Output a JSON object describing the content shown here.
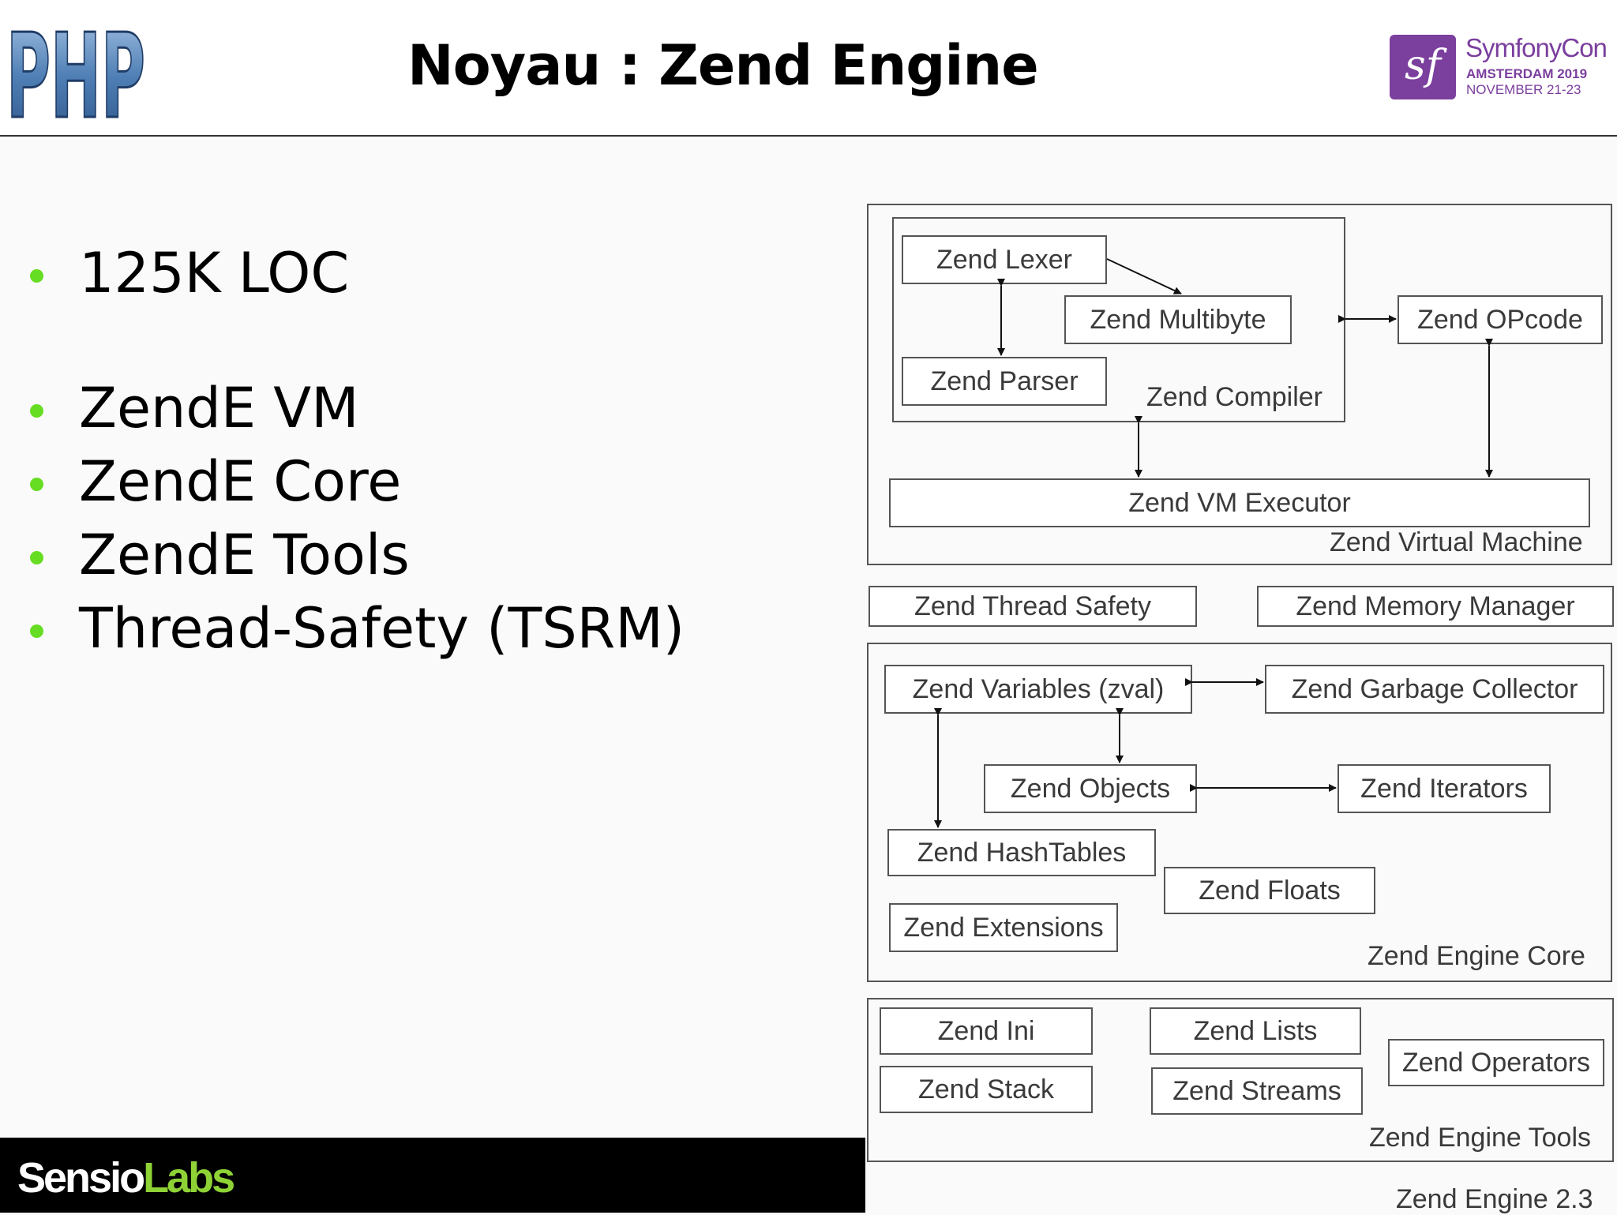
{
  "header": {
    "title": "Noyau : Zend Engine",
    "php_logo_text": "PHP",
    "event": {
      "badge_text": "sf",
      "name": "SymfonyCon",
      "city": "AMSTERDAM 2019",
      "dates": "NOVEMBER 21-23",
      "color": "#7b3f9e"
    }
  },
  "bullets": [
    "125K LOC",
    "ZendE VM",
    "ZendE Core",
    "ZendE Tools",
    "Thread-Safety (TSRM)"
  ],
  "bullet_color": "#66dd22",
  "footer": {
    "brand_part1": "Sensio",
    "brand_part2": "Labs",
    "accent": "#8ed236"
  },
  "diagram": {
    "boxes": {
      "lexer": "Zend Lexer",
      "multibyte": "Zend Multibyte",
      "parser": "Zend Parser",
      "compiler": "Zend Compiler",
      "opcode": "Zend OPcode",
      "vm_executor": "Zend VM Executor",
      "virtual_machine": "Zend Virtual Machine",
      "thread_safety": "Zend Thread Safety",
      "memory_manager": "Zend Memory Manager",
      "variables": "Zend Variables (zval)",
      "garbage_collector": "Zend Garbage Collector",
      "objects": "Zend Objects",
      "iterators": "Zend Iterators",
      "hashtables": "Zend HashTables",
      "floats": "Zend Floats",
      "extensions": "Zend Extensions",
      "engine_core": "Zend Engine Core",
      "ini": "Zend Ini",
      "lists": "Zend Lists",
      "operators": "Zend Operators",
      "stack": "Zend Stack",
      "streams": "Zend Streams",
      "engine_tools": "Zend Engine Tools"
    },
    "caption": "Zend Engine 2.3"
  }
}
